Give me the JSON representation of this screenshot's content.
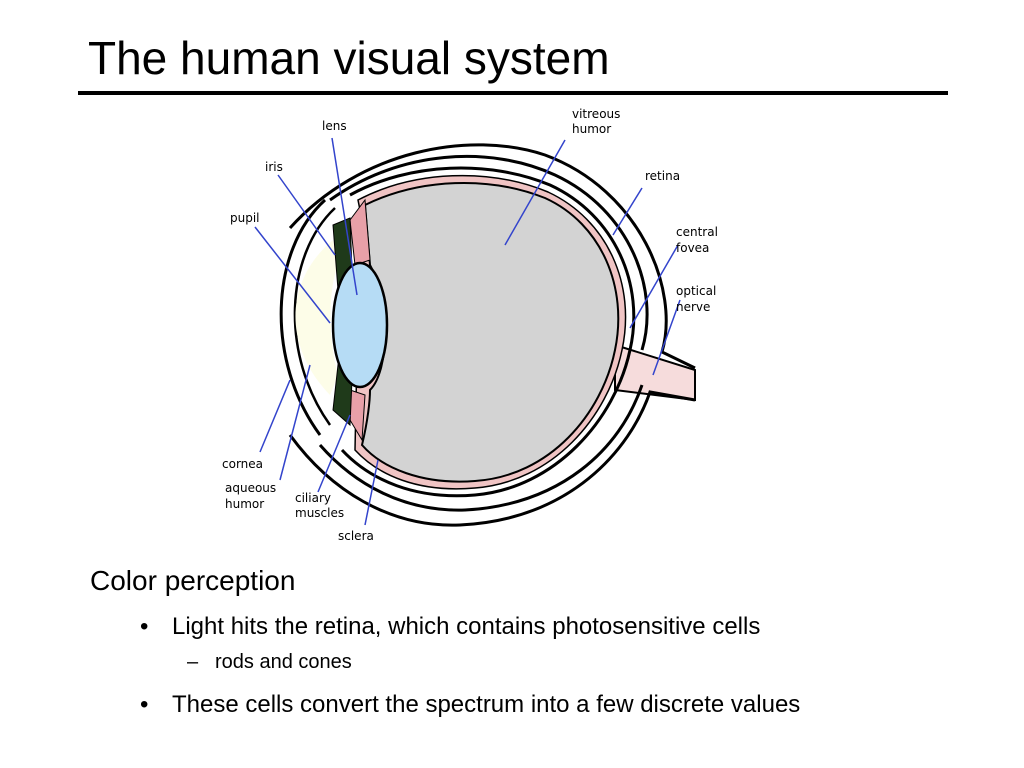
{
  "slide": {
    "title": "The human visual system",
    "section_heading": "Color perception",
    "bullets": [
      "Light hits the retina, which contains photosensitive cells",
      "These cells convert the spectrum into a few discrete values"
    ],
    "sub_bullets": [
      "rods and cones"
    ],
    "bullet_symbol": "•",
    "sub_bullet_symbol": "–"
  },
  "diagram": {
    "labels": {
      "lens": "lens",
      "vitreous_1": "vitreous",
      "vitreous_2": "humor",
      "iris": "iris",
      "retina": "retina",
      "pupil": "pupil",
      "central_1": "central",
      "central_2": "fovea",
      "optical_1": "optical",
      "optical_2": "nerve",
      "cornea": "cornea",
      "aqueous_1": "aqueous",
      "aqueous_2": "humor",
      "ciliary_1": "ciliary",
      "ciliary_2": "muscles",
      "sclera": "sclera"
    },
    "colors": {
      "vitreous": "#d3d3d3",
      "lens": "#b6dcf5",
      "iris": "#1f3a1a",
      "aqueous": "#fdfde8",
      "ciliary": "#e8a0a8",
      "retina": "#f0c4c4",
      "leader": "#3344cc"
    }
  }
}
